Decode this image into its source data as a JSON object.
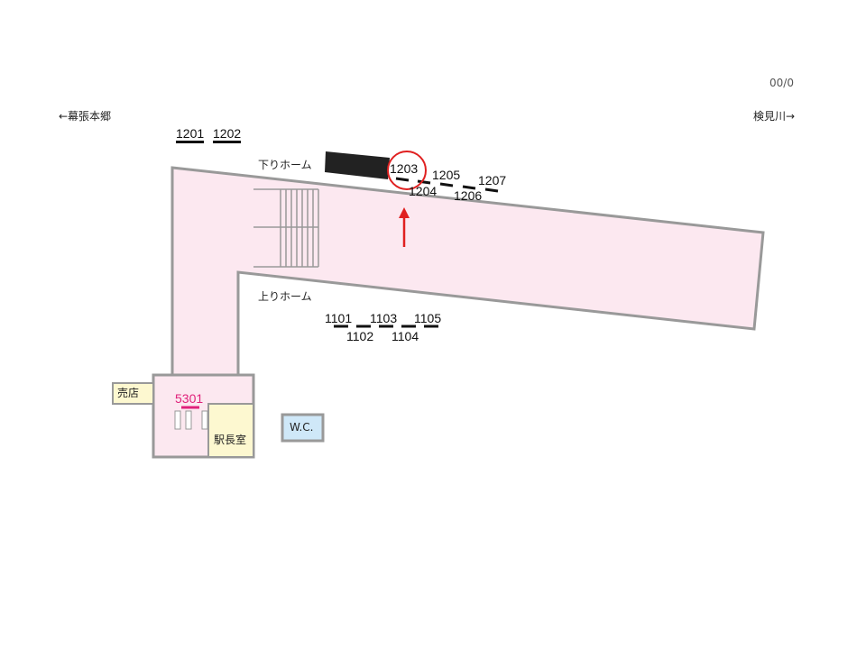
{
  "header": {
    "page_indicator": "00/0",
    "direction_left": "←幕張本郷",
    "direction_right": "検見川→"
  },
  "platforms": {
    "down_label": "下りホーム",
    "up_label": "上りホーム"
  },
  "down_cars": [
    "1201",
    "1202",
    "1203",
    "1204",
    "1205",
    "1206",
    "1207"
  ],
  "up_cars": [
    "1101",
    "1102",
    "1103",
    "1104",
    "1105"
  ],
  "highlighted_car": "1203",
  "facilities": {
    "kiosk": "売店",
    "station_master": "駅長室",
    "toilet": "W.C.",
    "gate_code": "5301"
  },
  "colors": {
    "platform": "#fce8f0",
    "outline": "#999999",
    "highlight": "#e02020",
    "gate": "#e0207a",
    "office": "#fdf8d0",
    "toilet": "#cfe8f8"
  }
}
